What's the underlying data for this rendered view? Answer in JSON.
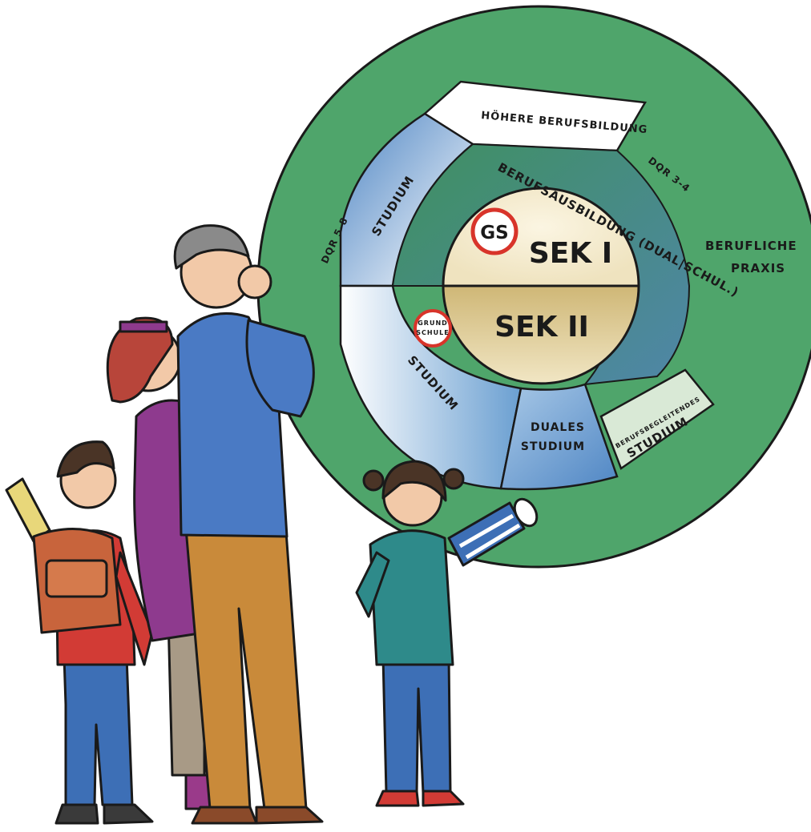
{
  "diagram": {
    "labels": {
      "hoehere_berufsbildung": "HÖHERE BERUFSBILDUNG",
      "berufsausbildung": "BERUFSAUSBILDUNG (DUAL|SCHUL.)",
      "dqr_3_4": "DQR 3-4",
      "dqr_5_8": "DQR 5-8",
      "studium_upper": "STUDIUM",
      "studium_lower": "STUDIUM",
      "berufliche": "BERUFLICHE",
      "praxis": "PRAXIS",
      "gs": "GS",
      "sek1": "SEK I",
      "sek2": "SEK II",
      "grundschule_line1": "GRUND",
      "grundschule_line2": "SCHULE",
      "duales_line1": "DUALES",
      "duales_line2": "STUDIUM",
      "begleitend_line1": "BERUFSBEGLEITENDES",
      "begleitend_line2": "STUDIUM"
    },
    "colors": {
      "outer_green": "#4fa56b",
      "dark_green": "#3e8f58",
      "core_cream": "#f4ead0",
      "core_tan": "#d8c48a",
      "study_blue": "#5d93c9",
      "light_blue": "#bcd5ec",
      "white_band": "#ffffff",
      "badge_red": "#d8342a"
    }
  }
}
